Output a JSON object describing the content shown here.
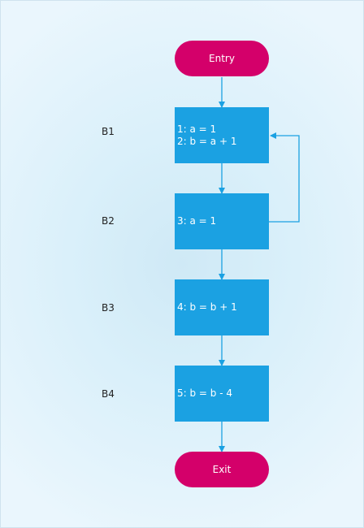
{
  "diagram": {
    "entry_label": "Entry",
    "exit_label": "Exit",
    "blocks": [
      {
        "label": "B1",
        "lines": [
          "1: a = 1",
          "2: b = a + 1"
        ]
      },
      {
        "label": "B2",
        "lines": [
          "3: a = 1"
        ]
      },
      {
        "label": "B3",
        "lines": [
          "4: b = b + 1"
        ]
      },
      {
        "label": "B4",
        "lines": [
          "5: b = b - 4"
        ]
      }
    ],
    "colors": {
      "terminal": "#d4006a",
      "block": "#1ba1e2",
      "edge": "#1ba1e2",
      "background": "#daf0fa"
    }
  }
}
